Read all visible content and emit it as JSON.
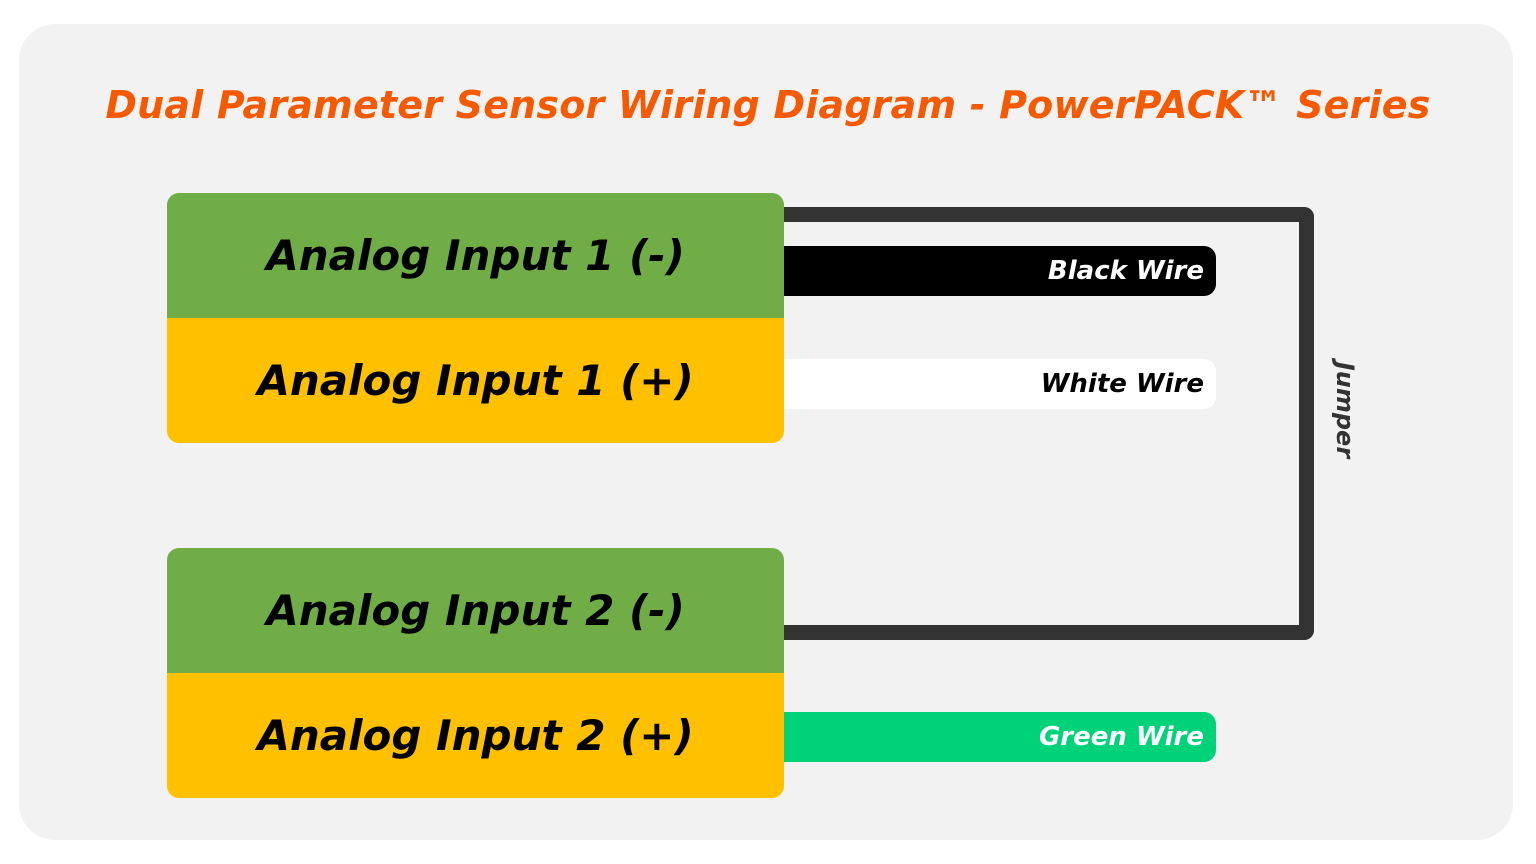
{
  "title": "Dual Parameter Sensor Wiring Diagram - PowerPACK™ Series",
  "terminals": [
    {
      "negative": "Analog Input 1 (-)",
      "positive": "Analog Input 1 (+)"
    },
    {
      "negative": "Analog Input 2 (-)",
      "positive": "Analog Input 2 (+)"
    }
  ],
  "wires": {
    "black": {
      "label": "Black Wire",
      "color": "#000000"
    },
    "white": {
      "label": "White Wire",
      "color": "#ffffff"
    },
    "green": {
      "label": "Green Wire",
      "color": "#00d27a"
    }
  },
  "jumper": {
    "label": "Jumper",
    "color": "#333333"
  },
  "colors": {
    "title": "#f55a00",
    "negative_terminal": "#70ad47",
    "positive_terminal": "#ffc000",
    "background": "#f2f2f2"
  }
}
